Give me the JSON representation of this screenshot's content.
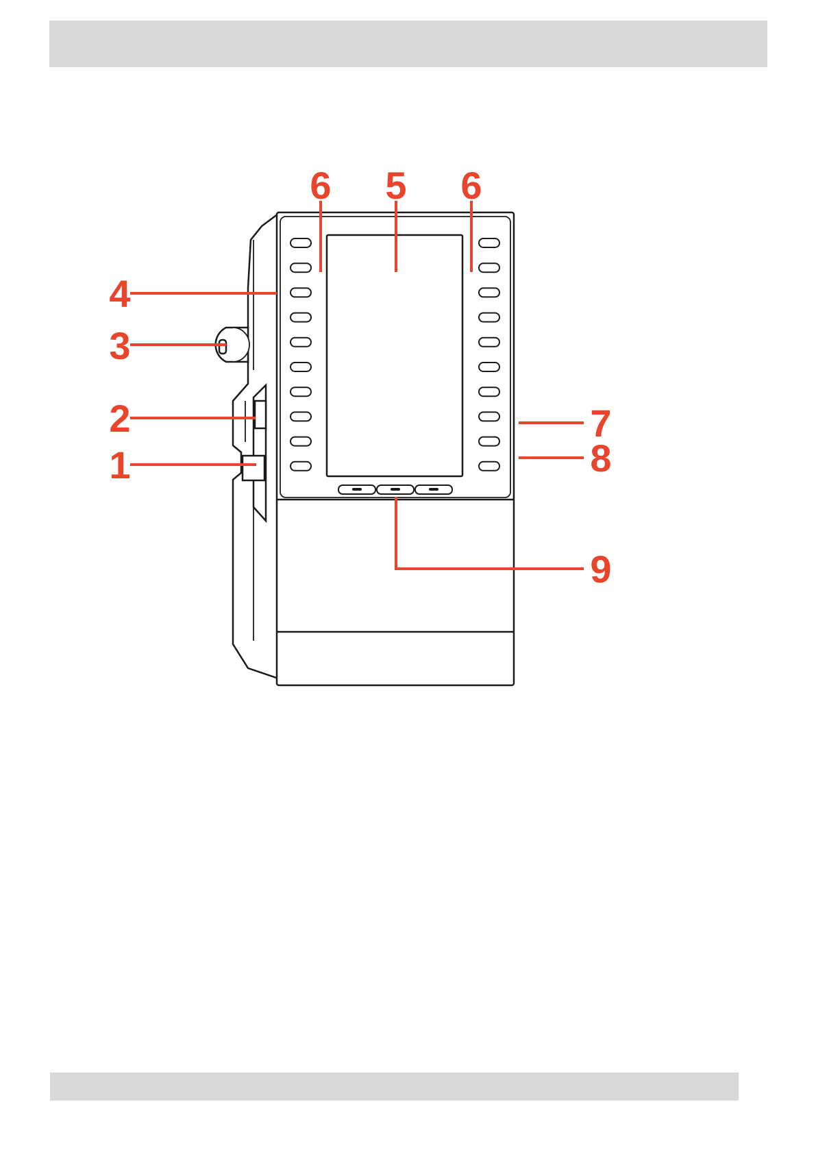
{
  "callouts": [
    {
      "id": "1",
      "label": "1"
    },
    {
      "id": "2",
      "label": "2"
    },
    {
      "id": "3",
      "label": "3"
    },
    {
      "id": "4",
      "label": "4"
    },
    {
      "id": "5",
      "label": "5"
    },
    {
      "id": "6a",
      "label": "6"
    },
    {
      "id": "6b",
      "label": "6"
    },
    {
      "id": "7",
      "label": "7"
    },
    {
      "id": "8",
      "label": "8"
    },
    {
      "id": "9",
      "label": "9"
    }
  ],
  "colors": {
    "callout": "#e8452c",
    "outline": "#1a1a1a",
    "header_bar": "#d9d9d9"
  }
}
